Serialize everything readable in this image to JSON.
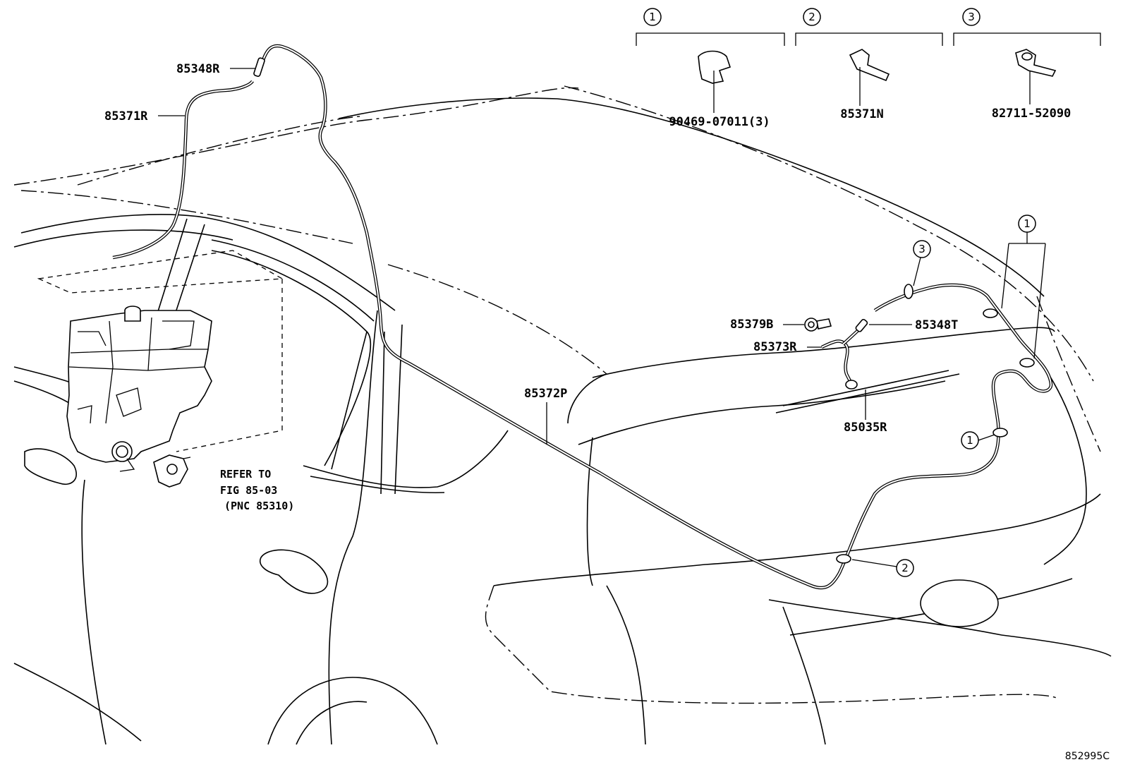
{
  "diagram": {
    "ref_code": "852995C",
    "detail_boxes": [
      {
        "index": "1",
        "part_number": "90469-07011(3)"
      },
      {
        "index": "2",
        "part_number": "85371N"
      },
      {
        "index": "3",
        "part_number": "82711-52090"
      }
    ],
    "callouts": {
      "c_85348R": "85348R",
      "c_85371R": "85371R",
      "c_85372P": "85372P",
      "c_85379B": "85379B",
      "c_85348T": "85348T",
      "c_85373R": "85373R",
      "c_85035R": "85035R"
    },
    "index_markers": {
      "m_roof": "3",
      "m_hatch_upper": "1",
      "m_hatch_lower": "1",
      "m_bumper": "2"
    },
    "refer_note": {
      "line1": "REFER TO",
      "line2": "FIG 85-03",
      "line3": "(PNC 85310)"
    }
  }
}
